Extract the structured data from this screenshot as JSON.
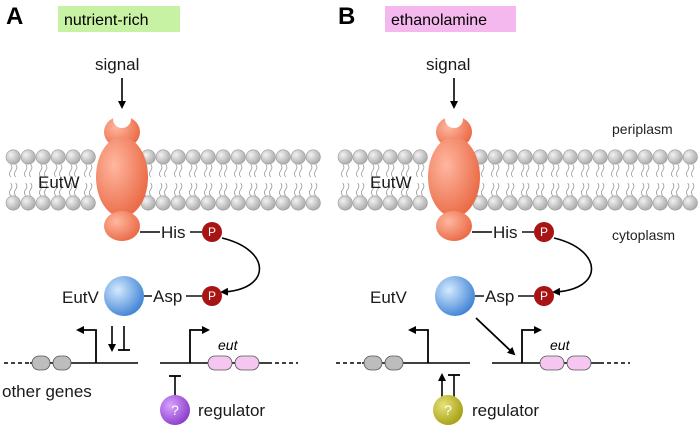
{
  "panels": [
    {
      "letter": "A",
      "condition": "nutrient-rich",
      "condition_color": "#c8f2a3",
      "signal": "signal",
      "sensor": "EutW",
      "regulator_protein": "EutV",
      "his": "His",
      "asp": "Asp",
      "phospho": "P",
      "gene_label": "eut",
      "other_genes": "other genes",
      "regulator": "regulator",
      "question": "?",
      "question_color": "#9c4fd8"
    },
    {
      "letter": "B",
      "condition": "ethanolamine",
      "condition_color": "#f4b8ee",
      "signal": "signal",
      "sensor": "EutW",
      "regulator_protein": "EutV",
      "his": "His",
      "asp": "Asp",
      "phospho": "P",
      "gene_label": "eut",
      "regulator": "regulator",
      "question": "?",
      "question_color": "#b7b21a"
    }
  ],
  "compartments": {
    "periplasm": "periplasm",
    "cytoplasm": "cytoplasm"
  },
  "colors": {
    "sensor": "#f07a55",
    "eutv": "#5b9be0",
    "phospho": "#a81414",
    "lipid": "#c8c8c8",
    "gene_grey": "#bdbdbd",
    "gene_pink": "#f5c6f0"
  }
}
